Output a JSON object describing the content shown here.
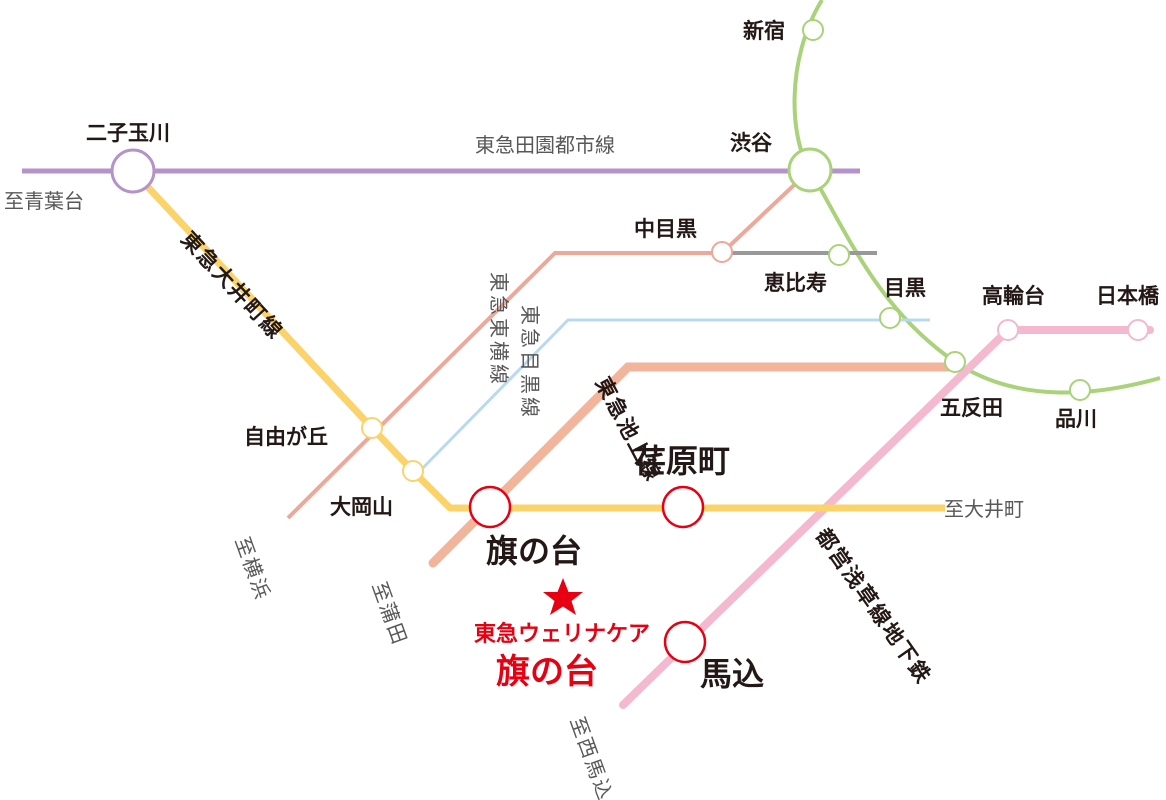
{
  "colors": {
    "denentoshi": "#b592c8",
    "oimachi": "#fbd36b",
    "toyoko": "#eea89a",
    "meguro": "#b9d9f0",
    "ikegami": "#f2b49b",
    "asakusa": "#f4b8cf",
    "yamanote": "#a9d27a",
    "hibiya": "#999999",
    "highlight": "#e60012",
    "station_ring": "#e60012"
  },
  "lines": {
    "denentoshi": "東急田園都市線",
    "oimachi": "東急大井町線",
    "toyoko": "東急東横線",
    "meguro": "東急目黒線",
    "ikegami": "東急池上線",
    "asakusa": "都営浅草線地下鉄"
  },
  "stations": {
    "shinjuku": "新宿",
    "shibuya": "渋谷",
    "futakotamagawa": "二子玉川",
    "nakameguro": "中目黒",
    "ebisu": "恵比寿",
    "meguro": "目黒",
    "gotanda": "五反田",
    "takanawadai": "高輪台",
    "nihonbashi": "日本橋",
    "shinagawa": "品川",
    "jiyugaoka": "自由が丘",
    "ookayama": "大岡山",
    "ebarachou": "荏原町",
    "hatanodai": "旗の台",
    "magome": "馬込"
  },
  "destinations": {
    "aobadai": "至青葉台",
    "oimachi": "至大井町",
    "yokohama": "至横浜",
    "kamata": "至蒲田",
    "nishimagome": "至西馬込"
  },
  "facility": {
    "icon": "star-icon",
    "name": "東急ウェリナケア",
    "station": "旗の台"
  }
}
